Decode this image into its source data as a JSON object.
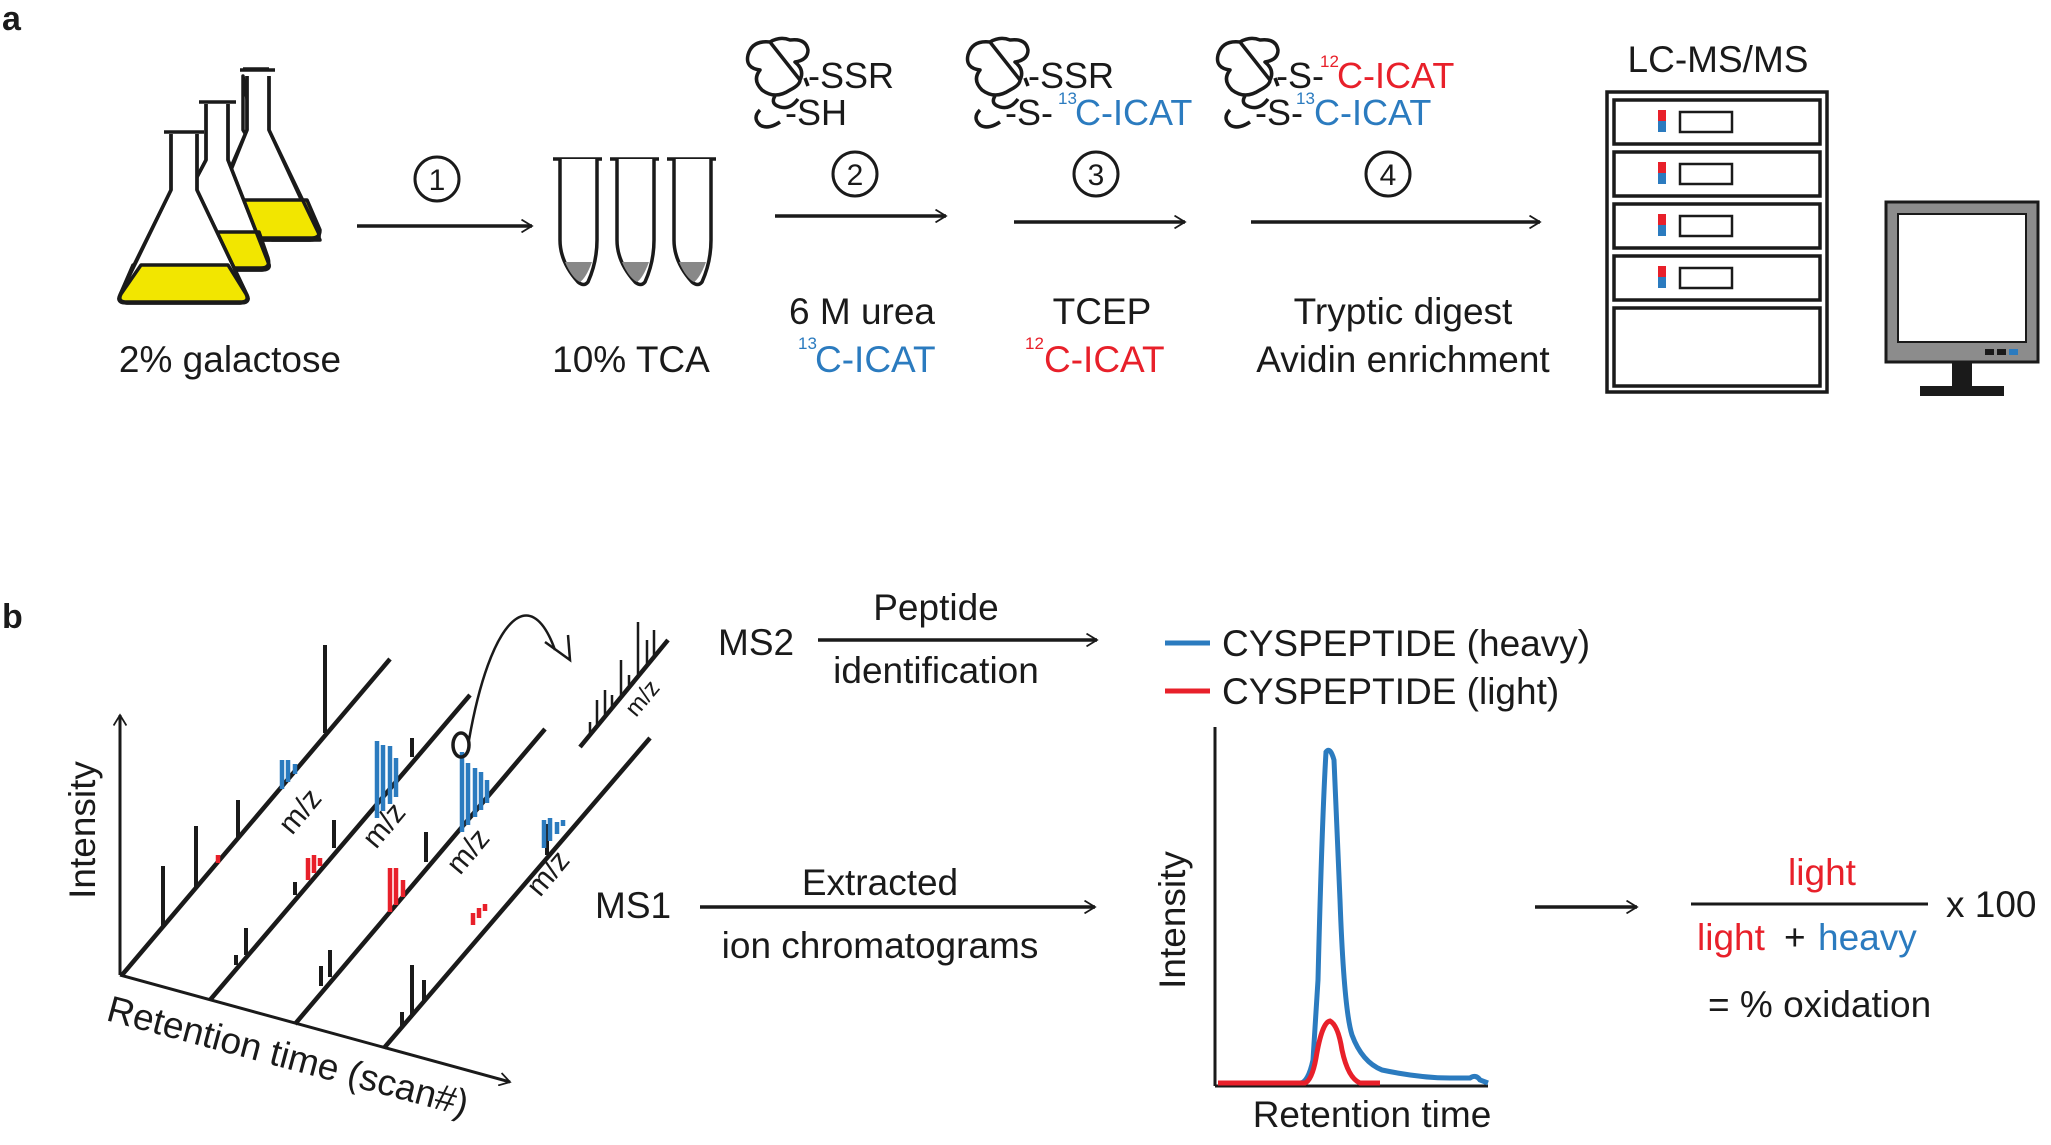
{
  "panel_a": {
    "letter": "a",
    "start_label": "2% galactose",
    "steps": [
      {
        "num": "1",
        "label": "10% TCA"
      },
      {
        "num": "2",
        "below1": "6 M urea",
        "below2_sup": "13",
        "below2": "C-ICAT",
        "protein_top": "-SSR",
        "protein_bottom": "-SH"
      },
      {
        "num": "3",
        "below1": "TCEP",
        "below2_sup": "12",
        "below2": "C-ICAT",
        "protein_top": "-SSR",
        "protein_bottom_prefix": "-S-",
        "protein_bottom_sup": "13",
        "protein_bottom": "C-ICAT"
      },
      {
        "num": "4",
        "below1": "Tryptic digest",
        "below2": "Avidin enrichment",
        "protein_top_prefix": "-S-",
        "protein_top_sup": "12",
        "protein_top": "C-ICAT",
        "protein_bottom_prefix": "-S-",
        "protein_bottom_sup": "13",
        "protein_bottom": "C-ICAT"
      }
    ],
    "instrument_label": "LC-MS/MS"
  },
  "panel_b": {
    "letter": "b",
    "y_axis": "Intensity",
    "x_axis": "Retention time (scan#)",
    "mz_label": "m/z",
    "ms2": {
      "label": "MS2",
      "arrow_top": "Peptide",
      "arrow_bottom": "identification"
    },
    "ms1": {
      "label": "MS1",
      "arrow_top": "Extracted",
      "arrow_bottom": "ion chromatograms"
    },
    "legend": [
      {
        "label": "CYSPEPTIDE (heavy)",
        "color": "#2b7bbf"
      },
      {
        "label": "CYSPEPTIDE (light)",
        "color": "#e8202a"
      }
    ],
    "chromatogram": {
      "ylabel": "Intensity",
      "xlabel": "Retention time"
    },
    "formula": {
      "numerator": "light",
      "den_light": "light",
      "den_plus": "+",
      "den_heavy": "heavy",
      "times": "x 100",
      "result": "= % oxidation"
    }
  },
  "colors": {
    "heavy": "#2b7bbf",
    "light": "#e8202a",
    "broth": "#f2e600",
    "ink": "#1a1a1a"
  }
}
